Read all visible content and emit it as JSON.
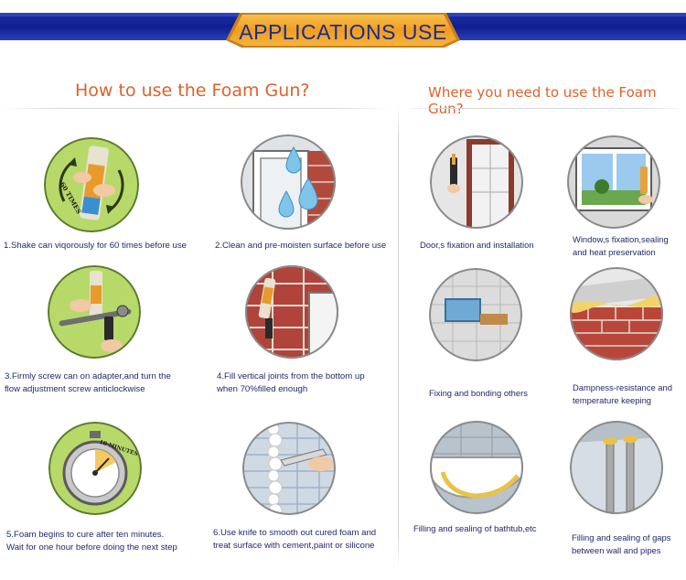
{
  "banner": {
    "title": "APPLICATIONS USE"
  },
  "left_section": {
    "title": "How to use the Foam Gun?",
    "steps": [
      "1.Shake can viqorously for 60 times before use",
      "2.Clean and pre-moisten surface before use",
      "3.Firmly screw can on adapter,and turn the flow adjustment screw anticlockwise",
      "4.Fill vertical joints from the bottom up when 70%filled enough",
      "5.Foam begins to cure after ten minutes. Wait for one hour before doing the next step",
      "6.Use knife to smooth out cured foam and treat surface with cement,paint or silicone"
    ],
    "step_lines": [
      [
        "1.Shake can viqorously for 60 times before use"
      ],
      [
        "2.Clean and pre-moisten surface before use"
      ],
      [
        "3.Firmly screw can on adapter,and turn the",
        "flow adjustment screw anticlockwise"
      ],
      [
        "4.Fill vertical joints from the bottom up",
        "when 70%filled enough"
      ],
      [
        "5.Foam begins to cure after ten minutes.",
        "Wait for one hour before doing the next step"
      ],
      [
        "6.Use knife to smooth out cured foam and",
        "treat surface with cement,paint or silicone"
      ]
    ],
    "image_text": {
      "shake": "60 TIMES",
      "timer": "10 MINUTES"
    }
  },
  "right_section": {
    "title": "Where you need to use the Foam Gun?",
    "uses": [
      [
        "Door,s fixation and installation"
      ],
      [
        "Window,s fixation,sealing",
        "and heat preservation"
      ],
      [
        "Fixing and bonding others"
      ],
      [
        "Dampness-resistance and",
        "temperature keeping"
      ],
      [
        "Filling and sealing of bathtub,etc"
      ],
      [
        "Filling and sealing of gaps",
        "between wall and pipes"
      ]
    ]
  },
  "colors": {
    "banner_blue": "#1a2f8a",
    "title_orange": "#e0612a",
    "text_navy": "#1f2a6a"
  }
}
